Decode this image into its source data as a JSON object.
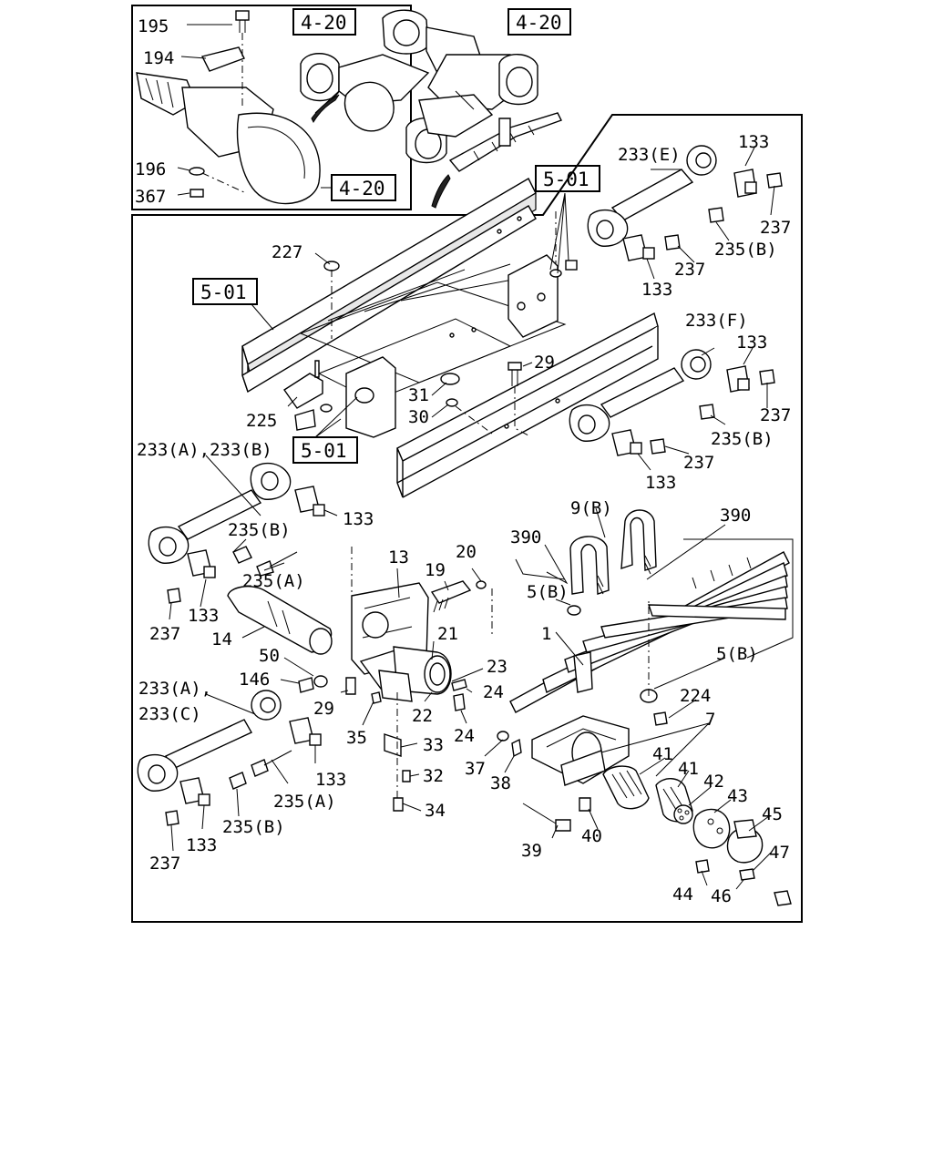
{
  "references": {
    "ref_4_20": "4-20",
    "ref_5_01": "5-01"
  },
  "inset": {
    "labels": {
      "p195": "195",
      "p194": "194",
      "p196": "196",
      "p367": "367"
    }
  },
  "main": {
    "labels": {
      "p227": "227",
      "p225": "225",
      "p31": "31",
      "p30": "30",
      "p29": "29",
      "p29b": "29",
      "p233e": "233(E)",
      "p233f": "233(F)",
      "p233ab": "233(A),233(B)",
      "p233ac_1": "233(A),",
      "p233ac_2": "233(C)",
      "p133": "133",
      "p237": "237",
      "p235a": "235(A)",
      "p235b": "235(B)",
      "p9b": "9(B)",
      "p390": "390",
      "p5b": "5(B)",
      "p13": "13",
      "p19": "19",
      "p20": "20",
      "p14": "14",
      "p21": "21",
      "p50": "50",
      "p146": "146",
      "p22": "22",
      "p23": "23",
      "p24": "24",
      "p35": "35",
      "p33": "33",
      "p32": "32",
      "p34": "34",
      "p1": "1",
      "p224": "224",
      "p7": "7",
      "p37": "37",
      "p38": "38",
      "p41": "41",
      "p42": "42",
      "p43": "43",
      "p45": "45",
      "p47": "47",
      "p39": "39",
      "p40": "40",
      "p44": "44",
      "p46": "46"
    }
  }
}
